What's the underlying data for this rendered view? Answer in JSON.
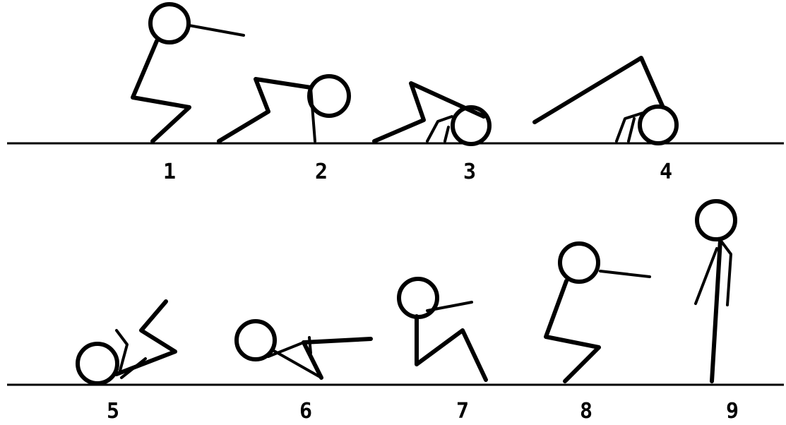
{
  "figure": {
    "frames": [
      {
        "label": "1",
        "pose": "crouch-arms-forward"
      },
      {
        "label": "2",
        "pose": "head-down-on-floor"
      },
      {
        "label": "3",
        "pose": "rolling-onto-back"
      },
      {
        "label": "4",
        "pose": "back-legs-overhead"
      },
      {
        "label": "5",
        "pose": "back-roll-curled"
      },
      {
        "label": "6",
        "pose": "rolling-up-arms-forward"
      },
      {
        "label": "7",
        "pose": "sitting-up-to-feet"
      },
      {
        "label": "8",
        "pose": "crouch-arms-forward"
      },
      {
        "label": "9",
        "pose": "standing-upright"
      }
    ]
  }
}
